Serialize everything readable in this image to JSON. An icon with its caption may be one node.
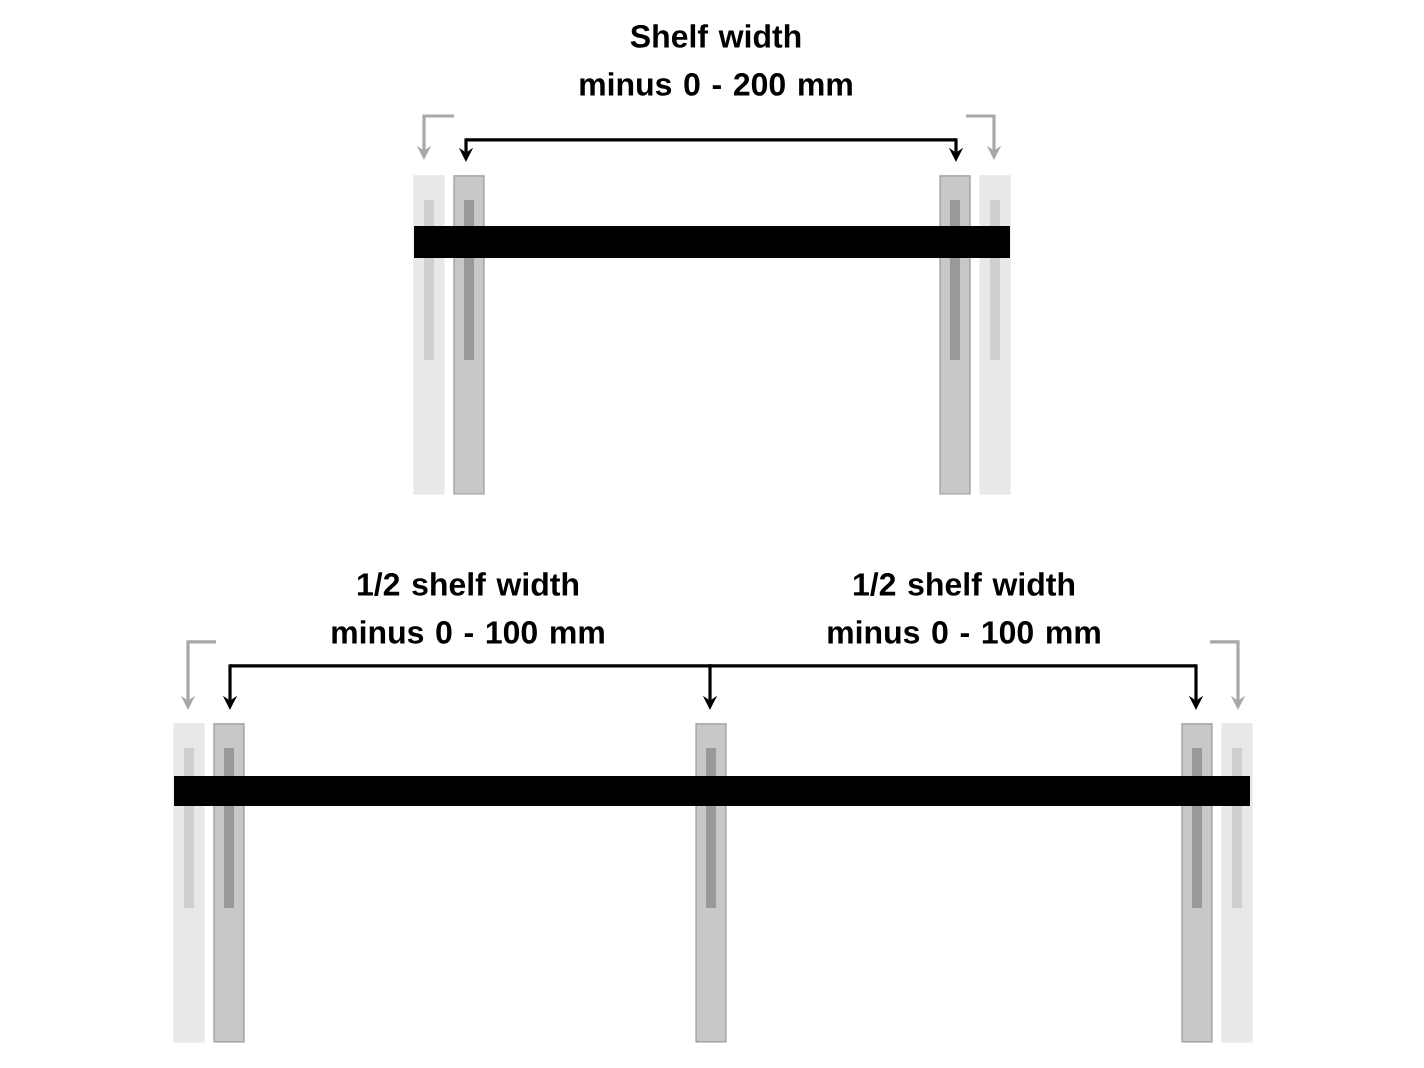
{
  "diagram": {
    "labels": [
      "Shelf width minus 0 - 200 mm",
      "1/2 shelf width minus 0 - 100 mm",
      "1/2 shelf width minus 0 - 100 mm"
    ]
  }
}
